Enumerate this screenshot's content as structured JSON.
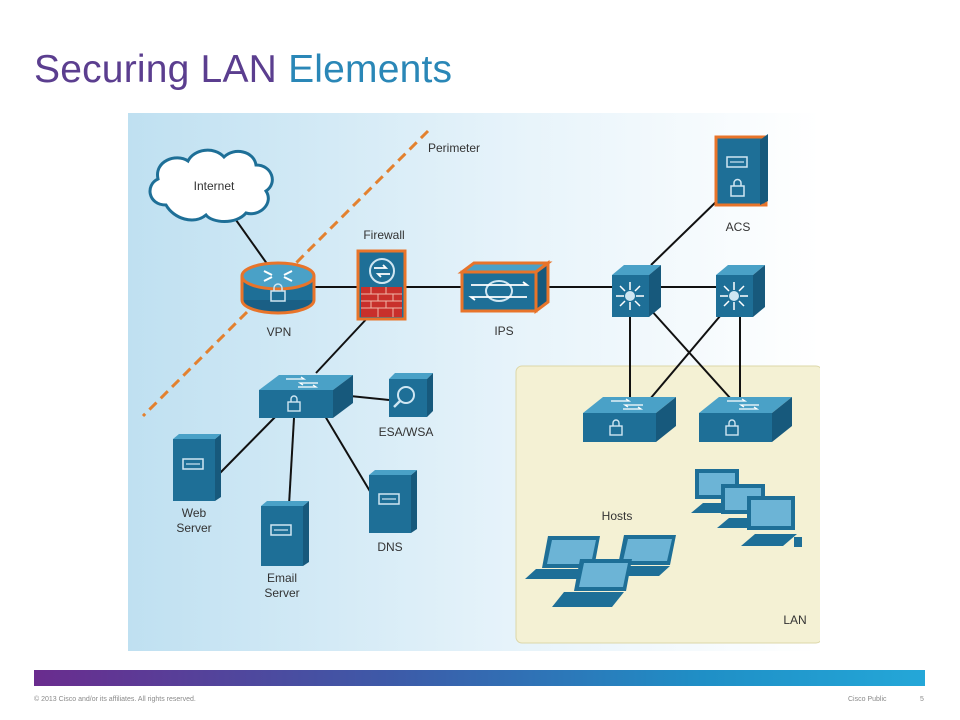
{
  "slide": {
    "title_part1": "Securing LAN ",
    "title_part2": "Elements",
    "copyright": "© 2013 Cisco and/or its affiliates. All rights reserved.",
    "classification": "Cisco Public",
    "page_number": "5"
  },
  "diagram": {
    "labels": {
      "perimeter": "Perimeter",
      "internet": "Internet",
      "firewall": "Firewall",
      "vpn": "VPN",
      "ips": "IPS",
      "acs": "ACS",
      "esa_wsa": "ESA/WSA",
      "web_server_1": "Web",
      "web_server_2": "Server",
      "email_server_1": "Email",
      "email_server_2": "Server",
      "dns": "DNS",
      "hosts": "Hosts",
      "lan": "LAN"
    },
    "colors": {
      "device_blue": "#1e6f97",
      "device_top": "#4aa1c7",
      "highlight_orange": "#e8742a",
      "perimeter_line": "#e3812f",
      "lan_zone": "#f4f1d4",
      "firewall_brick": "#c8302b"
    }
  }
}
